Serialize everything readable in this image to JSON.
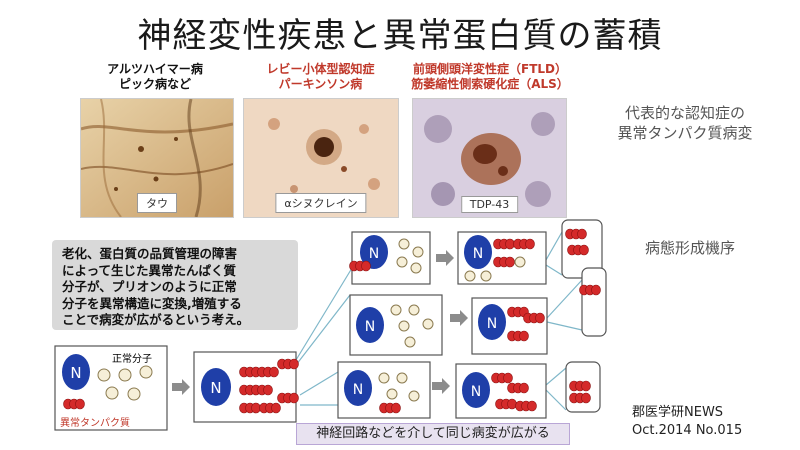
{
  "title": "神経変性疾患と異常蛋白質の蓄積",
  "photos": [
    {
      "caption_line1": "アルツハイマー病",
      "caption_line2": "ピック病など",
      "label": "タウ"
    },
    {
      "caption_line1": "レビー小体型認知症",
      "caption_line2": "パーキンソン病",
      "label": "αシヌクレイン"
    },
    {
      "caption_line1": "前頭側頭洋変性症（FTLD）",
      "caption_line2": "筋萎縮性側索硬化症（ALS）",
      "label": "TDP-43"
    }
  ],
  "side_note_1": {
    "line1": "代表的な認知症の",
    "line2": "異常タンパク質病変"
  },
  "side_note_2": "病態形成機序",
  "explanation": {
    "line1": "老化、蛋白質の品質管理の障害",
    "line2": "によって生じた異常たんぱく質",
    "line3": "分子が、プリオンのように正常",
    "line4": "分子を異常構造に変換,増殖する",
    "line5": "ことで病変が広がるという考え。"
  },
  "diagram": {
    "nucleus_label": "N",
    "normal_label": "正常分子",
    "abnormal_label": "異常タンパク質",
    "bottom_caption": "神経回路などを介して同じ病変が広がる"
  },
  "colors": {
    "nucleus": "#1f3fa8",
    "abnormal": "#d42a2a",
    "normal": "#f6efd8",
    "connector": "#7fb7c9"
  },
  "source": {
    "line1": "郡医学研NEWS",
    "line2": "Oct.2014 No.015"
  }
}
